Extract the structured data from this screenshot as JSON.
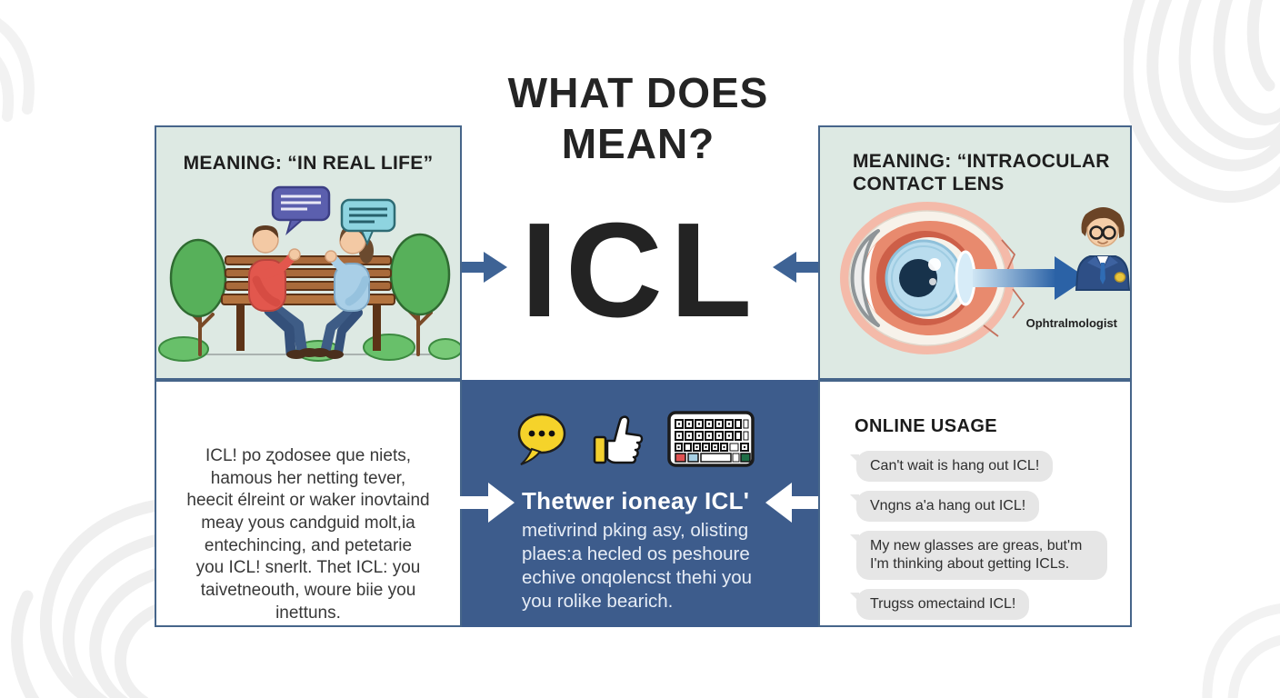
{
  "title": {
    "line1": "WHAT DOES",
    "line2": "MEAN?"
  },
  "acronym": "ICL",
  "top_left": {
    "heading": "MEANING: “IN REAL LIFE”",
    "illustration": "two-people-talking-on-park-bench"
  },
  "top_right": {
    "heading": "MEANING: “INTRAOCULAR CONTACT LENS",
    "doctor_caption": "Ophtralmologist",
    "illustration": "eye-cross-section-with-arrow-to-ophthalmologist"
  },
  "bottom_left": {
    "lines": [
      "ICL! po ʐodosee que niets,",
      "hamous her netting tever,",
      "heecit élreint or waker inovtaind",
      "meay yous candguid molt,ia",
      "entechincing, and petetarie",
      "you ICL! snerlt. Thet ICL: you",
      "taivetneouth, woure biie you",
      "inettuns."
    ]
  },
  "bottom_center": {
    "bold_line": "Thetwer ioneay ICL'",
    "lines": [
      "metivrind pking asy, olisting",
      "plaes:a hecled os peshoure",
      "echive onqolencst thehi you",
      "you rolike bearich."
    ],
    "icons": [
      "speech-bubble-icon",
      "thumbs-up-icon",
      "keyboard-icon"
    ]
  },
  "bottom_right": {
    "heading": "ONLINE USAGE",
    "bubbles": [
      "Can't wait is hang out ICL!",
      "Vngns a'a hang out ICL!",
      "My new glasses are greas, but'm I'm thinking about getting ICLs.",
      "Trugss omectaind ICL!"
    ]
  },
  "colors": {
    "panel_mint": "#dde9e3",
    "panel_border": "#46658a",
    "center_blue": "#3d5c8c",
    "arrow_blue": "#3e6395",
    "bubble_gray": "#e6e6e6",
    "icon_yellow": "#f5d32a"
  }
}
